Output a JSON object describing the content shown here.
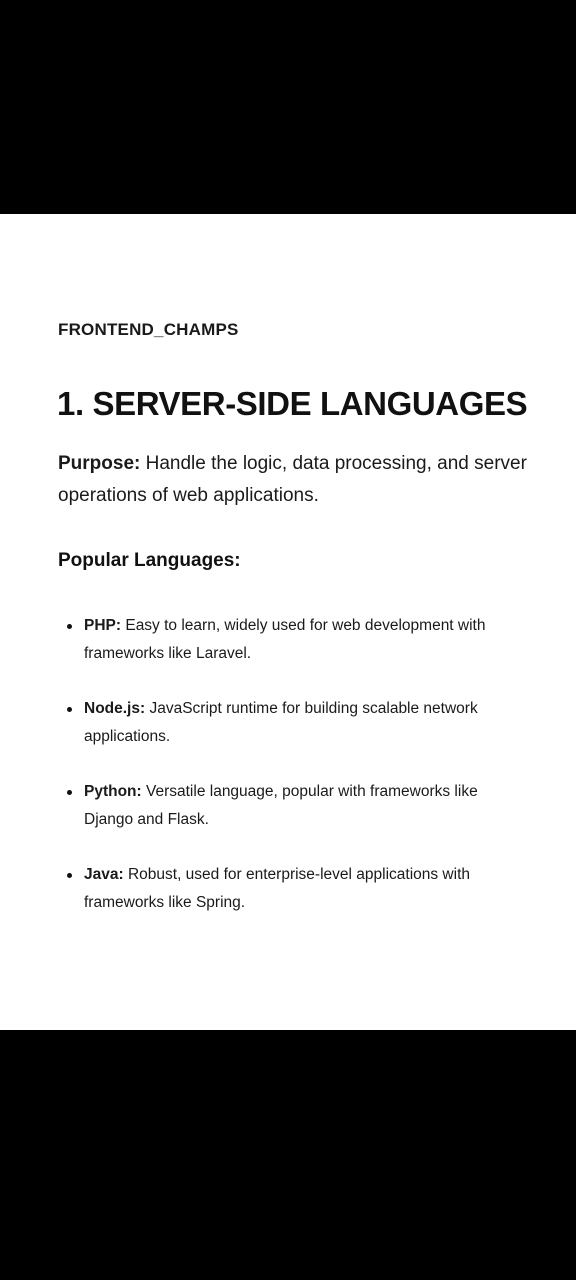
{
  "brand": "FRONTEND_CHAMPS",
  "heading": "1. SERVER-SIDE LANGUAGES",
  "purpose": {
    "label": "Purpose:",
    "text": " Handle the logic, data processing, and server operations of web applications."
  },
  "popular_label": "Popular Languages:",
  "languages": [
    {
      "name": "PHP:",
      "desc": " Easy to learn, widely used for web development with frameworks like Laravel."
    },
    {
      "name": "Node.js:",
      "desc": " JavaScript runtime for building scalable network applications."
    },
    {
      "name": "Python:",
      "desc": " Versatile language, popular with frameworks like Django and Flask."
    },
    {
      "name": "Java:",
      "desc": " Robust, used for enterprise-level applications with frameworks like Spring."
    }
  ]
}
